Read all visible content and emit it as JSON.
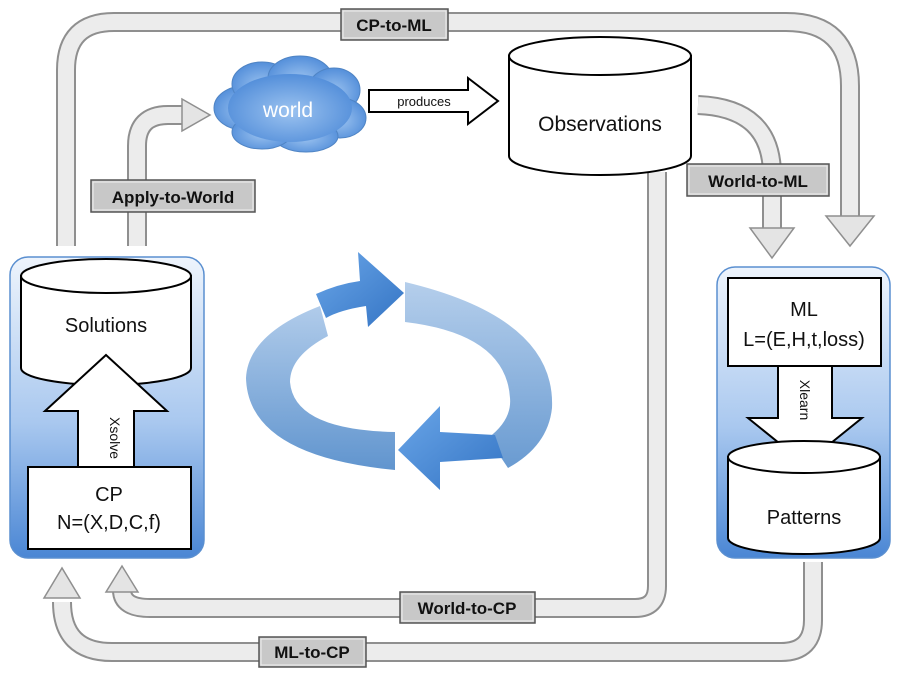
{
  "nodes": {
    "world": "world",
    "observations": "Observations",
    "solutions": "Solutions",
    "cp_title": "CP",
    "cp_formula": "N=(X,D,C,f)",
    "ml_title": "ML",
    "ml_formula": "L=(E,H,t,loss)",
    "patterns": "Patterns"
  },
  "edges": {
    "produces": "produces",
    "xsolve": "Xsolve",
    "xlearn": "Xlearn",
    "cp_to_ml": "CP-to-ML",
    "apply_to_world": "Apply-to-World",
    "world_to_ml": "World-to-ML",
    "world_to_cp": "World-to-CP",
    "ml_to_cp": "ML-to-CP"
  },
  "colors": {
    "panel_top": "#eaf1fb",
    "panel_bottom": "#4a86d4",
    "cloud": "#6ea3e3",
    "cycle_arrow": "#4d8fd6",
    "connector": "#dcdcdc",
    "tag_fill": "#c8c8c8"
  }
}
